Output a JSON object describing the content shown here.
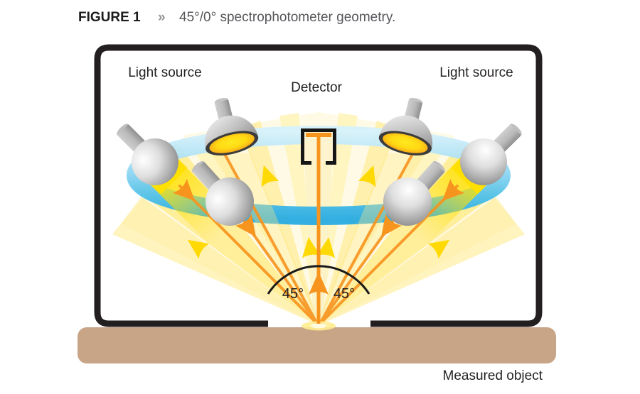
{
  "figure": {
    "label": "FIGURE 1",
    "separator": "»",
    "caption": "45°/0° spectrophotometer geometry."
  },
  "diagram": {
    "light_source_left": "Light source",
    "light_source_right": "Light source",
    "detector": "Detector",
    "angle_left": "45°",
    "angle_right": "45°",
    "measured_object": "Measured object",
    "colors": {
      "frame_black": "#231f20",
      "measured_object_tan": "#c8a587",
      "ring_blue_strong": "#29abe2",
      "ring_blue_light": "#a8dff5",
      "beam_yellow": "#ffe000",
      "arrow_orange": "#f7941e",
      "arrow_yellow": "#ffd903",
      "lens_yellow": "#ffe81f",
      "caption_gray": "#55565a"
    },
    "icons": {
      "lamps": "lamp-icon",
      "detector": "detector-bracket-icon",
      "incoming_light": "arrow-down-icon",
      "scattered_light": "arrow-up-icon",
      "lamp_ring": "ring-icon"
    }
  }
}
